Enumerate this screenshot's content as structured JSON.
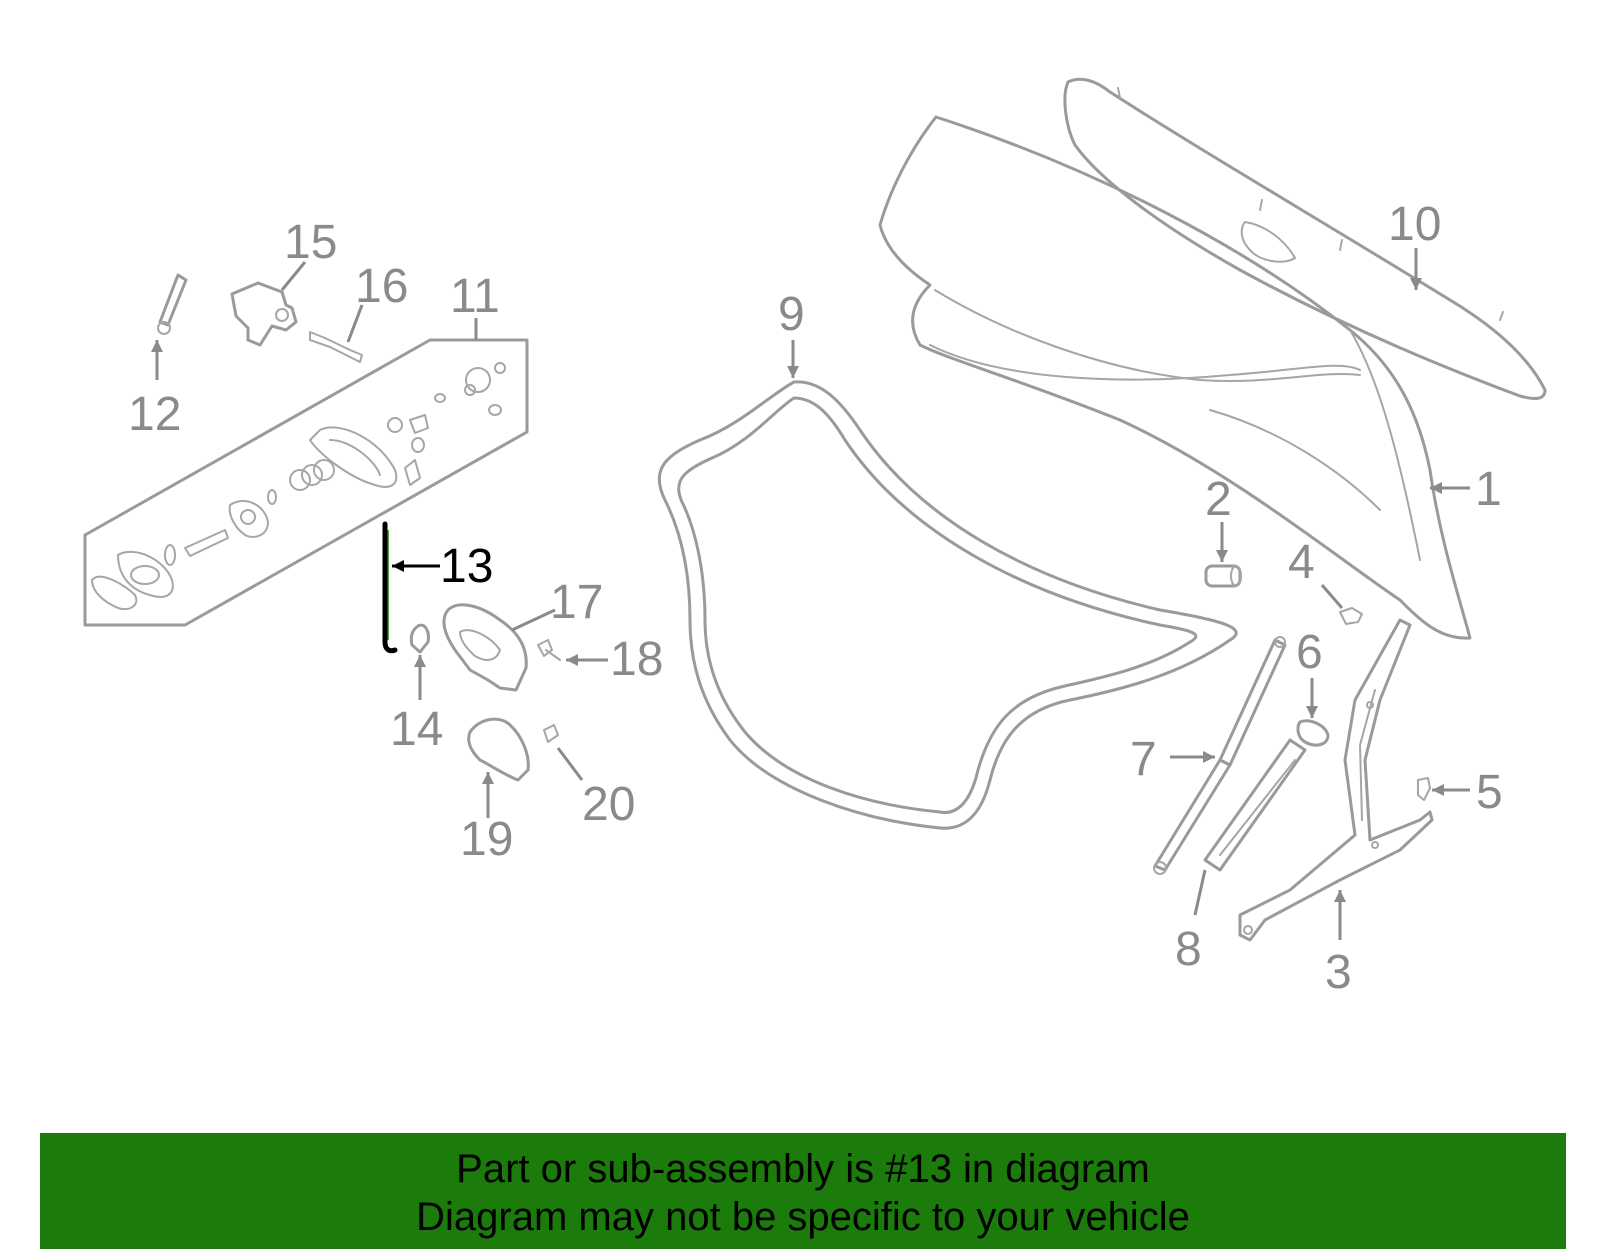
{
  "diagram": {
    "highlight_part": "13",
    "callouts": [
      {
        "id": "1",
        "label": "1"
      },
      {
        "id": "2",
        "label": "2"
      },
      {
        "id": "3",
        "label": "3"
      },
      {
        "id": "4",
        "label": "4"
      },
      {
        "id": "5",
        "label": "5"
      },
      {
        "id": "6",
        "label": "6"
      },
      {
        "id": "7",
        "label": "7"
      },
      {
        "id": "8",
        "label": "8"
      },
      {
        "id": "9",
        "label": "9"
      },
      {
        "id": "10",
        "label": "10"
      },
      {
        "id": "11",
        "label": "11"
      },
      {
        "id": "12",
        "label": "12"
      },
      {
        "id": "13",
        "label": "13"
      },
      {
        "id": "14",
        "label": "14"
      },
      {
        "id": "15",
        "label": "15"
      },
      {
        "id": "16",
        "label": "16"
      },
      {
        "id": "17",
        "label": "17"
      },
      {
        "id": "18",
        "label": "18"
      },
      {
        "id": "19",
        "label": "19"
      },
      {
        "id": "20",
        "label": "20"
      }
    ],
    "colors": {
      "part_stroke": "#9a9a9a",
      "callout_text": "#8a8a8a",
      "highlight": "#000000",
      "banner_background": "#1b7b0b"
    }
  },
  "banner": {
    "line1": "Part or sub-assembly is #13 in diagram",
    "line2": "Diagram may not be specific to your vehicle"
  }
}
